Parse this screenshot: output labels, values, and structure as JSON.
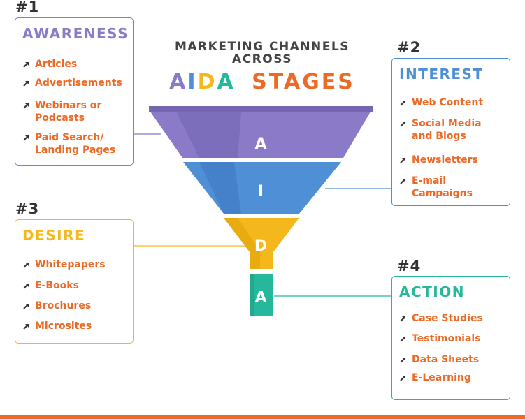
{
  "title": {
    "line1": "MARKETING CHANNELS",
    "line2": "ACROSS",
    "aida": [
      {
        "letter": "A",
        "color": "#8b7ac7"
      },
      {
        "letter": "I",
        "color": "#4f8fd6"
      },
      {
        "letter": "D",
        "color": "#f5b81c"
      },
      {
        "letter": "A",
        "color": "#25b89a"
      }
    ],
    "stages_word": "STAGES",
    "stages_color": "#ec6a25"
  },
  "colors": {
    "item_text": "#ec6a25",
    "arrow": "#333333",
    "number": "#333333",
    "bottom_bar": "#ec6a25"
  },
  "stages": [
    {
      "number": "#1",
      "title": "AWARENESS",
      "funnel_letter": "A",
      "color": "#8b7ac7",
      "shadow": "#7565b3",
      "items": [
        "Articles",
        "Advertisements",
        "Webinars or\nPodcasts",
        "Paid Search/\nLanding Pages"
      ]
    },
    {
      "number": "#2",
      "title": "INTEREST",
      "funnel_letter": "I",
      "color": "#4f8fd6",
      "shadow": "#3f78c2",
      "items": [
        "Web Content",
        "Social Media\nand Blogs",
        "Newsletters",
        "E-mail\nCampaigns"
      ]
    },
    {
      "number": "#3",
      "title": "DESIRE",
      "funnel_letter": "D",
      "color": "#f5b81c",
      "shadow": "#e0a10a",
      "items": [
        "Whitepapers",
        "E-Books",
        "Brochures",
        "Microsites"
      ]
    },
    {
      "number": "#4",
      "title": "ACTION",
      "funnel_letter": "A",
      "color": "#25b89a",
      "shadow": "#1ea085",
      "items": [
        "Case Studies",
        "Testimonials",
        "Data Sheets",
        "E-Learning"
      ]
    }
  ]
}
